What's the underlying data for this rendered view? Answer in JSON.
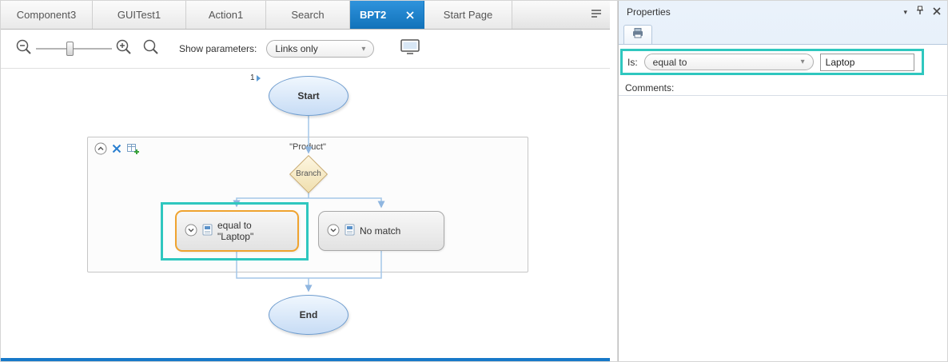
{
  "window": {
    "tabs": [
      {
        "label": "Component3"
      },
      {
        "label": "GUITest1"
      },
      {
        "label": "Action1"
      },
      {
        "label": "Search"
      },
      {
        "label": "BPT2"
      },
      {
        "label": "Start Page"
      }
    ]
  },
  "toolbar": {
    "show_parameters_label": "Show parameters:",
    "parameters_dropdown_value": "Links only"
  },
  "canvas": {
    "step_marker": "1",
    "nodes": {
      "start": "Start",
      "group_title": "\"Product\"",
      "branch": "Branch",
      "case_left": "equal to \"Laptop\"",
      "case_right": "No match",
      "end": "End"
    }
  },
  "properties_panel": {
    "title": "Properties",
    "fields": {
      "is_label": "Is:",
      "is_dropdown_value": "equal to",
      "value_input": "Laptop",
      "comments_label": "Comments:"
    }
  },
  "colors": {
    "active_tab_blue": "#1779c8",
    "selection_teal": "#2fc7bf",
    "selected_node_orange": "#efa32f",
    "flow_line_blue": "#a3c6e8",
    "diamond_fill": "#f7ecc8",
    "diamond_border": "#c8a96e"
  }
}
